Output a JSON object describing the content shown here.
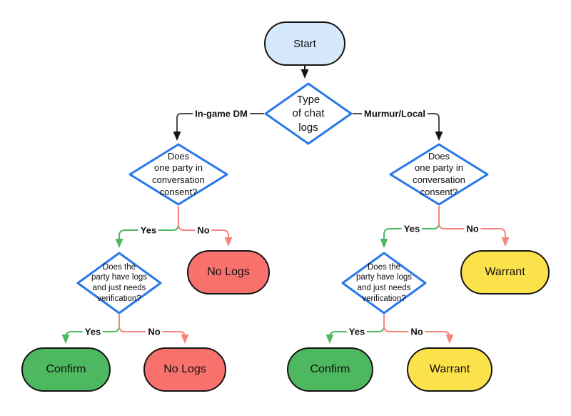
{
  "colors": {
    "start-fill": "#d6e8fb",
    "decision-stroke": "#2878eb",
    "confirm-fill": "#4db860",
    "deny-fill": "#f8716c",
    "warrant-fill": "#fce24a",
    "edge-gray": "#4d4d4d",
    "edge-green": "#4cb962",
    "edge-red": "#f8837e",
    "node-stroke": "#141414"
  },
  "nodes": {
    "start": "Start",
    "chat_log_type": "Type\nof chat\nlogs",
    "consent_left": "Does\none party in\nconversation\nconsent?",
    "consent_right": "Does\none party in\nconversation\nconsent?",
    "verification_left": "Does the\nparty have logs\nand just needs\nverification?",
    "verification_right": "Does the\nparty have logs\nand just needs\nverification?",
    "no_logs_mid": "No Logs",
    "warrant_mid": "Warrant",
    "confirm_left": "Confirm",
    "no_logs_bottom": "No Logs",
    "confirm_right": "Confirm",
    "warrant_bottom": "Warrant"
  },
  "edge_labels": {
    "ingame_dm": "In-game DM",
    "murmur_local": "Murmur/Local",
    "yes": "Yes",
    "no": "No"
  }
}
